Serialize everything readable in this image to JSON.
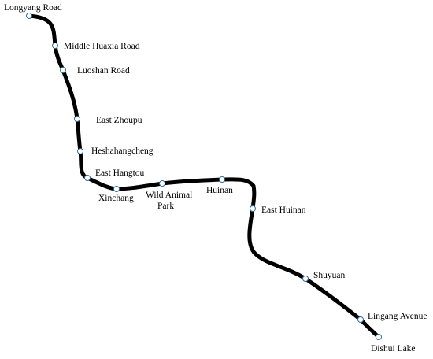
{
  "map": {
    "line": {
      "color": "#000000",
      "marker_fill": "#ffffff",
      "marker_stroke": "#2f6f9f"
    },
    "stations": [
      {
        "id": "longyang-road",
        "name": "Longyang Road"
      },
      {
        "id": "middle-huaxia-road",
        "name": "Middle Huaxia Road"
      },
      {
        "id": "luoshan-road",
        "name": "Luoshan Road"
      },
      {
        "id": "east-zhoupu",
        "name": "East Zhoupu"
      },
      {
        "id": "heshahangcheng",
        "name": "Heshahangcheng"
      },
      {
        "id": "east-hangtou",
        "name": "East Hangtou"
      },
      {
        "id": "xinchang",
        "name": "Xinchang"
      },
      {
        "id": "wild-animal-park",
        "name": "Wild Animal Park",
        "lines": [
          "Wild Animal",
          "Park"
        ]
      },
      {
        "id": "huinan",
        "name": "Huinan"
      },
      {
        "id": "east-huinan",
        "name": "East Huinan"
      },
      {
        "id": "shuyuan",
        "name": "Shuyuan"
      },
      {
        "id": "lingang-avenue",
        "name": "Lingang Avenue"
      },
      {
        "id": "dishui-lake",
        "name": "Dishui Lake"
      }
    ]
  }
}
